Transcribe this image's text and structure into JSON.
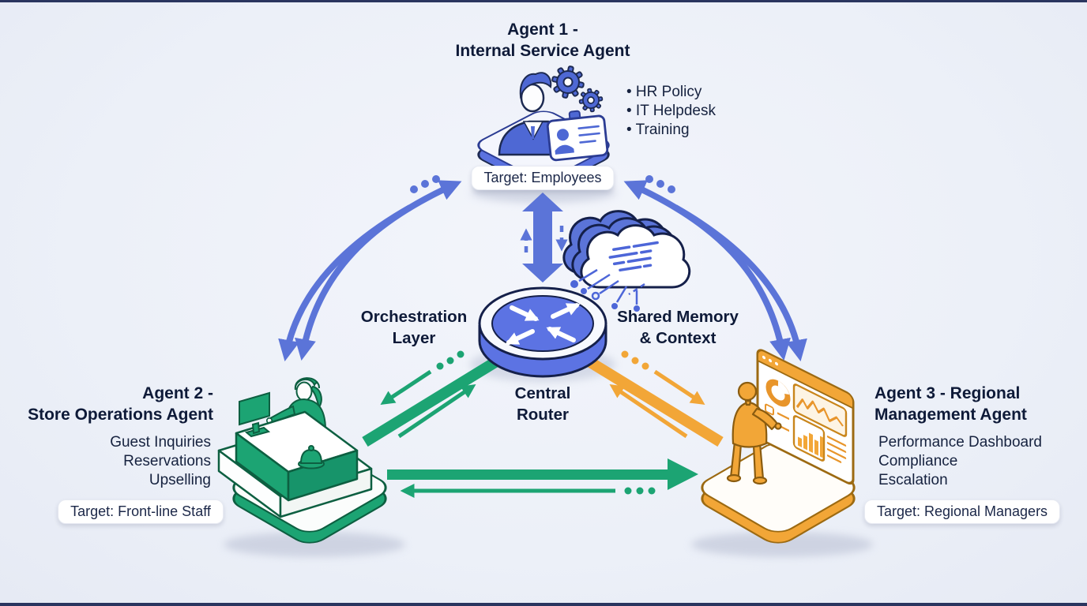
{
  "colors": {
    "blue": "#5b74d8",
    "blue_dark": "#15204a",
    "green": "#1ca473",
    "orange": "#f2a637",
    "background": "#ecf0f8",
    "text": "#0e1a38"
  },
  "agent1": {
    "title_line1": "Agent 1 -",
    "title_line2": "Internal Service Agent",
    "capabilities": [
      "• HR Policy",
      "• IT Helpdesk",
      "• Training"
    ],
    "target": "Target: Employees"
  },
  "agent2": {
    "title_line1": "Agent 2 -",
    "title_line2": "Store Operations Agent",
    "capabilities": [
      "Guest Inquiries",
      "Reservations",
      "Upselling"
    ],
    "target": "Target: Front-line Staff"
  },
  "agent3": {
    "title_line1": "Agent 3 - Regional",
    "title_line2": "Management Agent",
    "capabilities": [
      "Performance Dashboard",
      "Compliance",
      "Escalation"
    ],
    "target": "Target: Regional Managers"
  },
  "center": {
    "orchestration_line1": "Orchestration",
    "orchestration_line2": "Layer",
    "router_line1": "Central",
    "router_line2": "Router",
    "shared_line1": "Shared Memory",
    "shared_line2": "& Context"
  }
}
